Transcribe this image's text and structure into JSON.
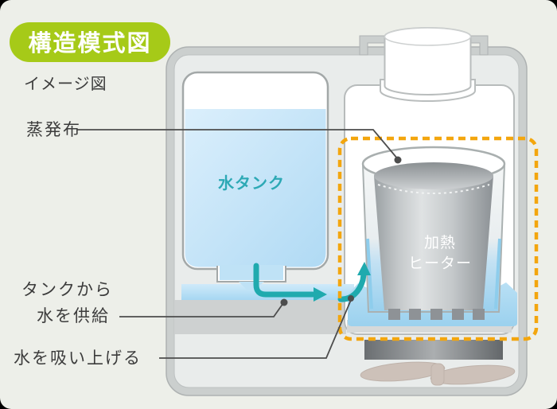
{
  "header": {
    "badge": "構造模式図",
    "subtitle": "イメージ図"
  },
  "diagram": {
    "labels": {
      "evaporation_cloth": "蒸発布",
      "tank_supply_line1": "タンクから",
      "tank_supply_line2": "水を供給",
      "suck_up_water": "水を吸い上げる",
      "water_tank": "水タンク",
      "heater_line1": "加熱",
      "heater_line2": "ヒーター"
    }
  },
  "colors": {
    "badge_green": "#a6ca18",
    "highlight_orange": "#f3a60e",
    "flow_teal": "#1faaae",
    "tank_text_teal": "#2da9b5",
    "water_blue": "#aed9f2",
    "body_gray": "#cbcfce",
    "label_dark": "#3c3c3c"
  }
}
